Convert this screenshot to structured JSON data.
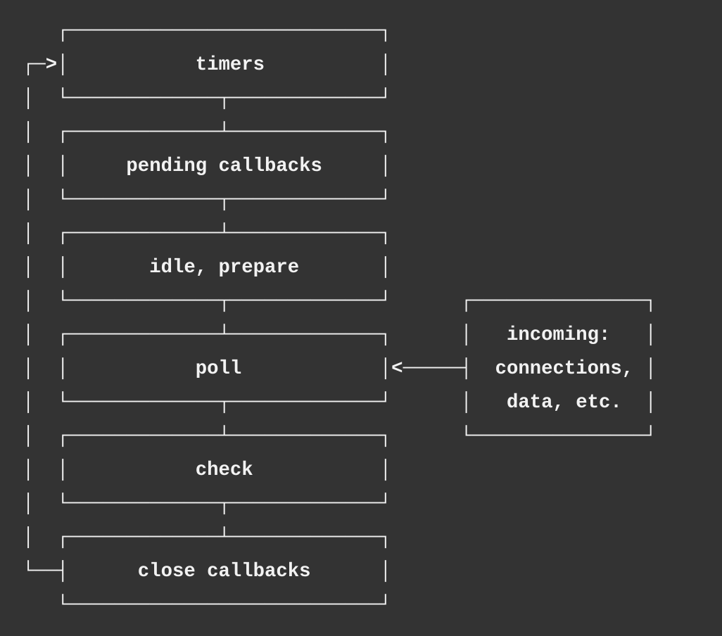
{
  "colors": {
    "background": "#333333",
    "text": "#f2f2f2"
  },
  "diagram": {
    "phases": [
      "timers",
      "pending callbacks",
      "idle, prepare",
      "poll",
      "check",
      "close callbacks"
    ],
    "incoming": [
      "incoming:",
      "connections,",
      "data, etc."
    ],
    "lines": [
      "   ┌───────────────────────────┐",
      "┌─>│           timers          │",
      "│  └─────────────┬─────────────┘",
      "│  ┌─────────────┴─────────────┐",
      "│  │     pending callbacks     │",
      "│  └─────────────┬─────────────┘",
      "│  ┌─────────────┴─────────────┐",
      "│  │       idle, prepare       │",
      "│  └─────────────┬─────────────┘      ┌───────────────┐",
      "│  ┌─────────────┴─────────────┐      │   incoming:   │",
      "│  │           poll            │<─────┤  connections, │",
      "│  └─────────────┬─────────────┘      │   data, etc.  │",
      "│  ┌─────────────┴─────────────┐      └───────────────┘",
      "│  │           check           │",
      "│  └─────────────┬─────────────┘",
      "│  ┌─────────────┴─────────────┐",
      "└──┤      close callbacks      │",
      "   └───────────────────────────┘"
    ]
  }
}
